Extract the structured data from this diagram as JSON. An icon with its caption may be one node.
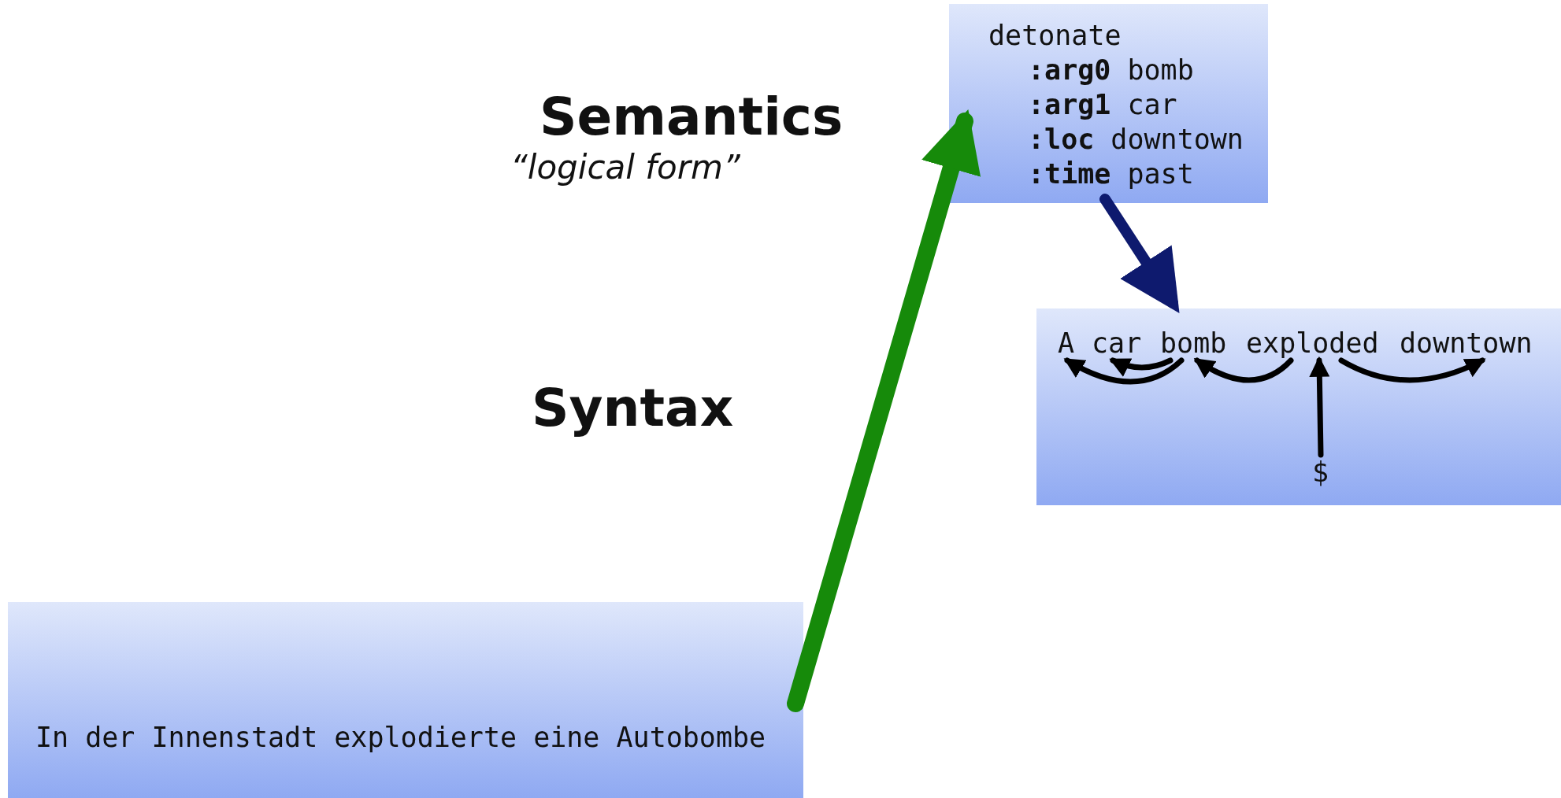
{
  "diagram": {
    "nodes": [
      {
        "text": [
          "In der Innenstadt explodierte eine Autobombe"
        ]
      },
      {
        "text": [
          "detonate",
          "**:arg0** bomb",
          "**:arg1** car",
          "**:loc** downtown",
          "**:time** past"
        ]
      },
      {
        "text": [],
        "shape": "box"
      },
      {
        "text": [
          "A"
        ],
        "in": 2
      },
      {
        "text": [
          "car"
        ],
        "in": 2
      },
      {
        "text": [
          "bomb"
        ],
        "in": 2
      },
      {
        "text": [
          "exploded"
        ],
        "in": 2
      },
      {
        "text": [
          "downtown"
        ],
        "in": 2
      },
      {
        "text": [
          "$"
        ],
        "in": 2
      }
    ],
    "edges": [
      {
        "from": 0,
        "to": 1,
        "arrow": "to",
        "style": "thick",
        "color": "#168a0a"
      },
      {
        "from": 1,
        "to": 2,
        "arrow": "to",
        "style": "thick",
        "color": "#0e1a6e"
      },
      {
        "from": 5,
        "to": 3,
        "arrow": "to"
      },
      {
        "from": 5,
        "to": 4,
        "arrow": "to"
      },
      {
        "from": 6,
        "to": 5,
        "arrow": "to"
      },
      {
        "from": 8,
        "to": 6,
        "arrow": "to"
      },
      {
        "from": 6,
        "to": 7,
        "arrow": "to"
      }
    ],
    "labels": [
      "Semantics",
      "“logical form”",
      "Syntax"
    ]
  }
}
